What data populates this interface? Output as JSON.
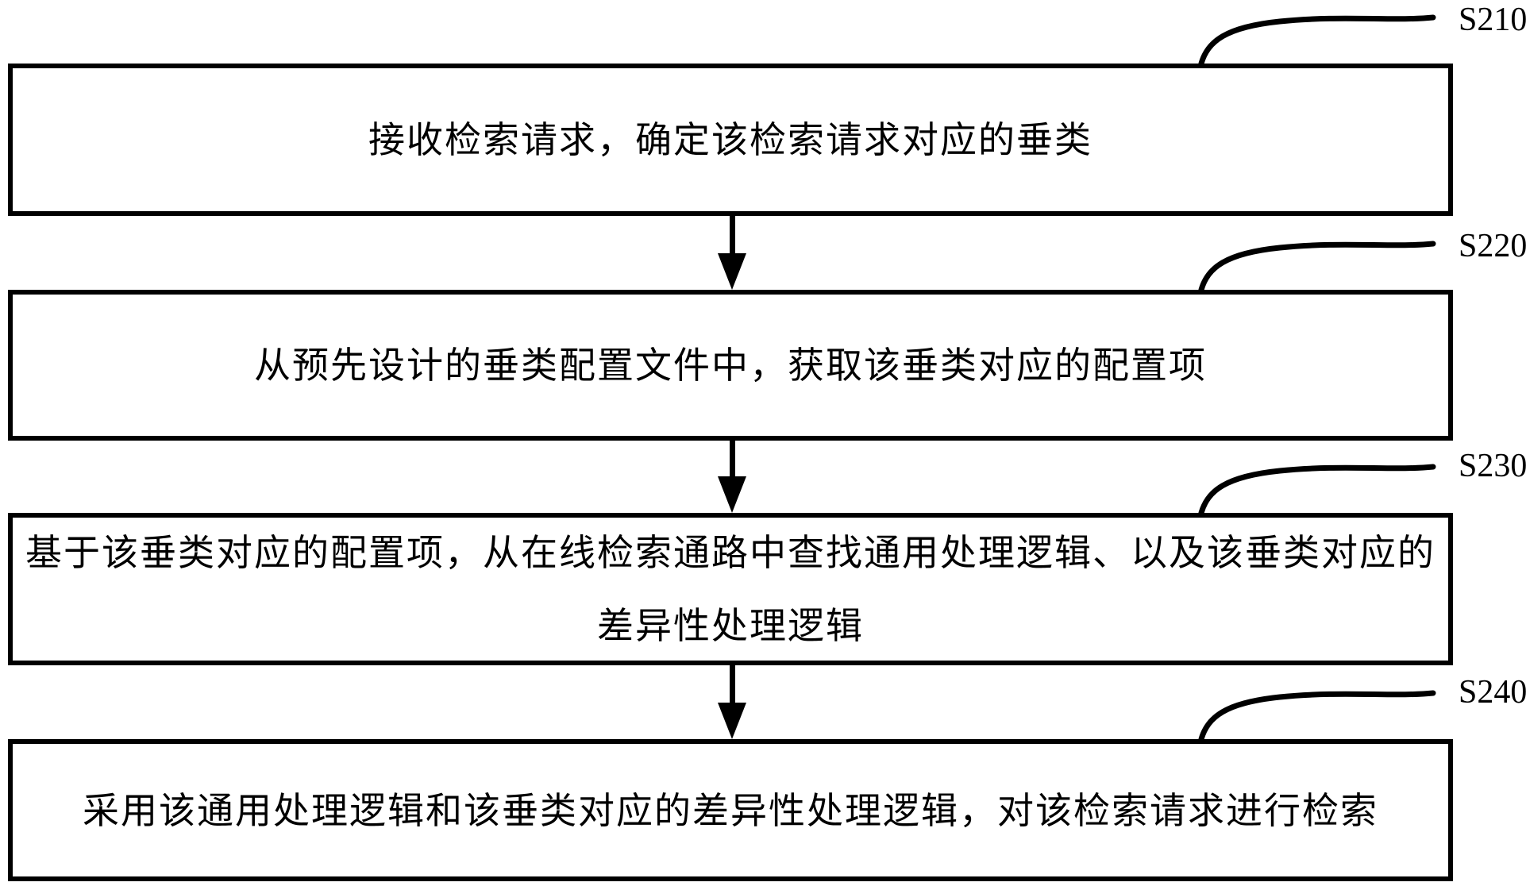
{
  "figure": {
    "type": "flowchart",
    "orientation": "top-down",
    "background_color": "#ffffff",
    "line_color": "#000000",
    "steps": [
      {
        "ref_label": "S210",
        "text_lines": [
          "接收检索请求，确定该检索请求对应的垂类"
        ]
      },
      {
        "ref_label": "S220",
        "text_lines": [
          "从预先设计的垂类配置文件中，获取该垂类对应的配置项"
        ]
      },
      {
        "ref_label": "S230",
        "text_lines": [
          "基于该垂类对应的配置项，从在线检索通路中查找通用处理逻辑、以及该垂类对应的",
          "差异性处理逻辑"
        ]
      },
      {
        "ref_label": "S240",
        "text_lines": [
          "采用该通用处理逻辑和该垂类对应的差异性处理逻辑，对该检索请求进行检索"
        ]
      }
    ],
    "connectors": {
      "between_steps": "straight-down-arrow",
      "label_leader": "curved-line-from-box-top-to-label"
    }
  }
}
